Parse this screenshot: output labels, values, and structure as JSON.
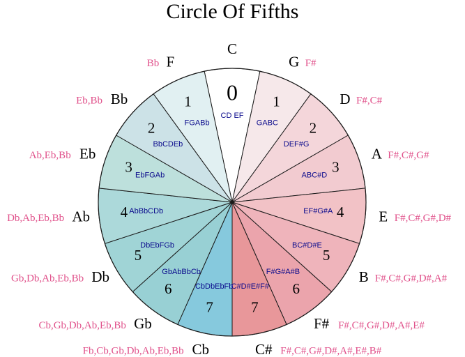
{
  "title": "Circle Of Fifths",
  "colors": {
    "outline": "#1a1a1a",
    "key_label": "#000000",
    "accidental_label": "#e0508a",
    "notes_label": "#0a0a8c"
  },
  "segments": [
    {
      "key": "C",
      "count": "0",
      "notes": "CD  EF",
      "accidentals": "",
      "fill": "#ffffff",
      "side": "top"
    },
    {
      "key": "G",
      "count": "1",
      "notes": "GABC",
      "accidentals": "F#",
      "fill": "#f6e8ea",
      "side": "right"
    },
    {
      "key": "D",
      "count": "2",
      "notes": "DEF#G",
      "accidentals": "F#,C#",
      "fill": "#f4d6da",
      "side": "right"
    },
    {
      "key": "A",
      "count": "3",
      "notes": "ABC#D",
      "accidentals": "F#,C#,G#",
      "fill": "#f2cbd0",
      "side": "right"
    },
    {
      "key": "E",
      "count": "4",
      "notes": "EF#G#A",
      "accidentals": "F#,C#,G#,D#",
      "fill": "#f2c2c6",
      "side": "right"
    },
    {
      "key": "B",
      "count": "5",
      "notes": "BC#D#E",
      "accidentals": "F#,C#,G#,D#,A#",
      "fill": "#efb4bb",
      "side": "right"
    },
    {
      "key": "F#",
      "count": "6",
      "notes": "F#G#A#B",
      "accidentals": "F#,C#,G#,D#,A#,E#",
      "fill": "#eba4ac",
      "side": "right"
    },
    {
      "key": "C#",
      "count": "7",
      "notes": "C#D#E#F#",
      "accidentals": "F#,C#,G#,D#,A#,E#,B#",
      "fill": "#e8979a",
      "side": "right"
    },
    {
      "key": "Cb",
      "count": "7",
      "notes": "CbDbEbFb",
      "accidentals": "Fb,Cb,Gb,Db,Ab,Eb,Bb",
      "fill": "#86c9dd",
      "side": "left"
    },
    {
      "key": "Gb",
      "count": "6",
      "notes": "GbAbBbCb",
      "accidentals": "Cb,Gb,Db,Ab,Eb,Bb",
      "fill": "#98d0d4",
      "side": "left"
    },
    {
      "key": "Db",
      "count": "5",
      "notes": "DbEbFGb",
      "accidentals": "Gb,Db,Ab,Eb,Bb",
      "fill": "#a0d4d6",
      "side": "left"
    },
    {
      "key": "Ab",
      "count": "4",
      "notes": "AbBbCDb",
      "accidentals": "Db,Ab,Eb,Bb",
      "fill": "#acd9da",
      "side": "left"
    },
    {
      "key": "Eb",
      "count": "3",
      "notes": "EbFGAb",
      "accidentals": "Ab,Eb,Bb",
      "fill": "#bde0dc",
      "side": "left"
    },
    {
      "key": "Bb",
      "count": "2",
      "notes": "BbCDEb",
      "accidentals": "Eb,Bb",
      "fill": "#cce2e7",
      "side": "left"
    },
    {
      "key": "F",
      "count": "1",
      "notes": "FGABb",
      "accidentals": "Bb",
      "fill": "#e1f0f2",
      "side": "left"
    }
  ]
}
